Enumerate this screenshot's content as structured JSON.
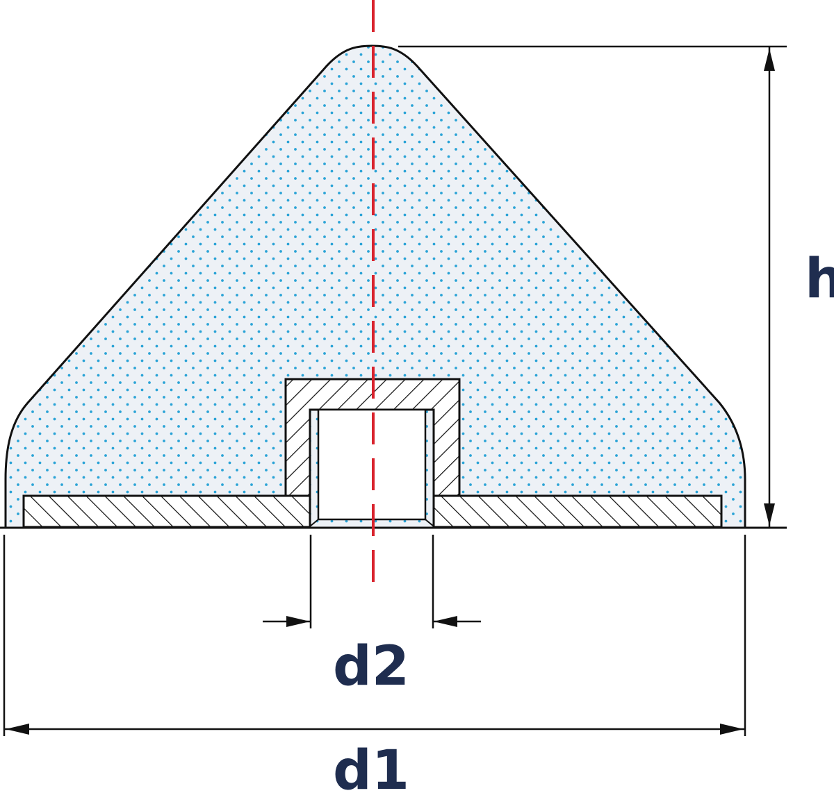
{
  "labels": {
    "height": "h",
    "inner_diameter": "d2",
    "outer_diameter": "d1"
  },
  "colors": {
    "outline": "#111111",
    "axis": "#d9232d",
    "rubber_fill": "#edf1f6",
    "dots": "#2aa3d6",
    "label": "#1f2d4f"
  }
}
